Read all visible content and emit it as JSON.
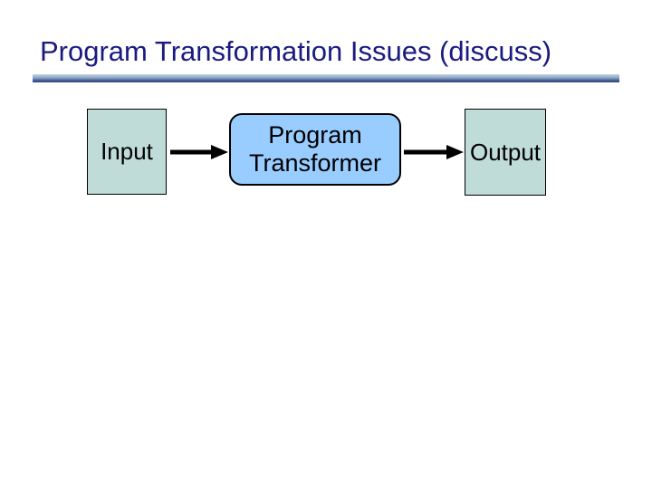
{
  "slide": {
    "title": "Program Transformation Issues (discuss)",
    "diagram": {
      "input_label": "Input",
      "transformer_lines": [
        "Program",
        "Transformer"
      ],
      "output_label": "Output"
    },
    "colors": {
      "background": "#ffffff",
      "title_text": "#1a1a80",
      "underline_gradient_top": "#c8d3e2",
      "underline_gradient_mid": "#8aa4c4",
      "underline_gradient_bottom": "#2c4474",
      "io_box_fill": "#c0dcd9",
      "transformer_box_fill": "#99ccff",
      "box_border": "#000000",
      "box_text": "#000000",
      "arrow": "#000000"
    }
  }
}
